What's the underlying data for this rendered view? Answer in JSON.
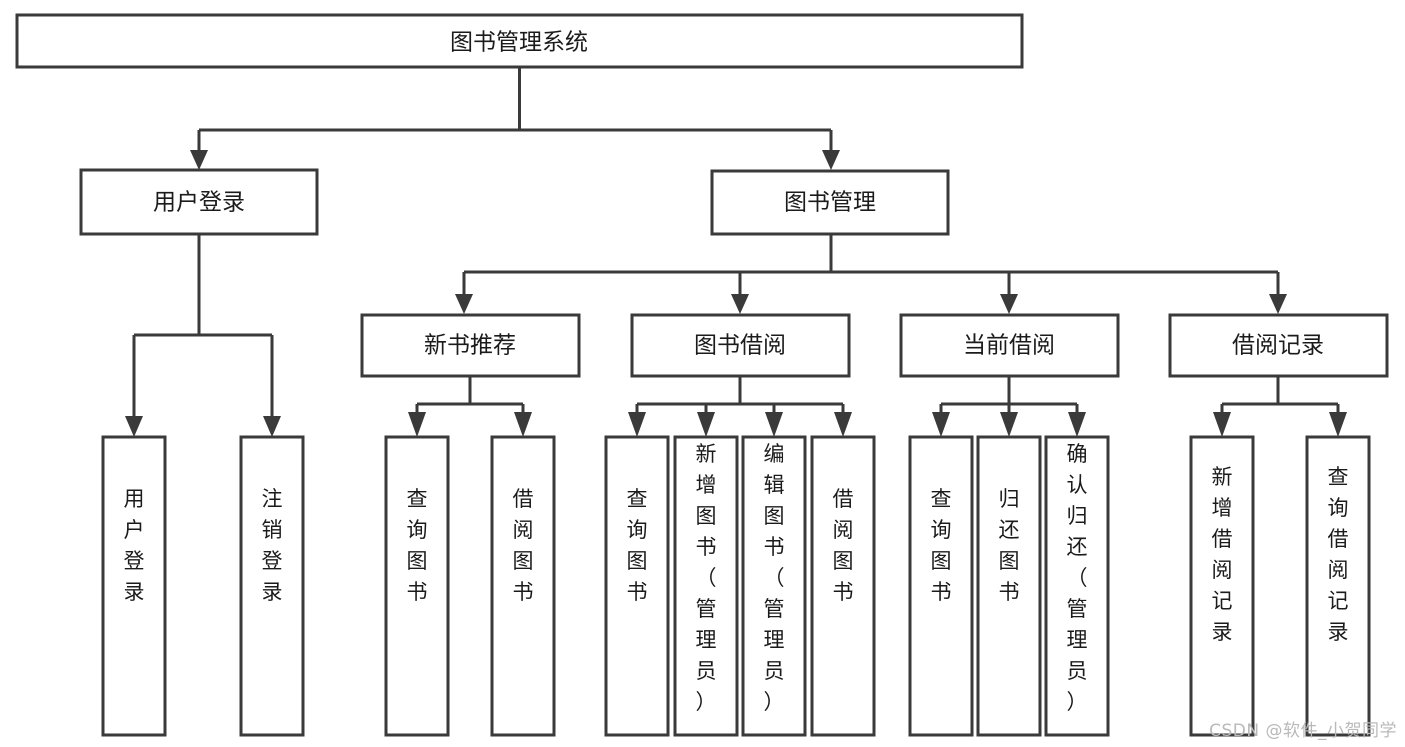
{
  "diagram": {
    "type": "tree-hierarchy-chart",
    "title": "图书管理系统",
    "watermark": "CSDN @软件_小贺同学",
    "colors": {
      "stroke": "#3a3a3a",
      "fill": "#ffffff",
      "text": "#1b1b1b",
      "background": "#ffffff",
      "watermark": "#b9b9b9"
    },
    "root": {
      "label": "图书管理系统"
    },
    "level2": [
      {
        "label": "用户登录"
      },
      {
        "label": "图书管理"
      }
    ],
    "level3": [
      {
        "label": "新书推荐"
      },
      {
        "label": "图书借阅"
      },
      {
        "label": "当前借阅"
      },
      {
        "label": "借阅记录"
      }
    ],
    "leaves": {
      "user_login": [
        {
          "label": "用户登录"
        },
        {
          "label": "注销登录"
        }
      ],
      "new_book": [
        {
          "label": "查询图书"
        },
        {
          "label": "借阅图书"
        }
      ],
      "book_borrow": [
        {
          "label": "查询图书"
        },
        {
          "label": "新增图书（管理员）"
        },
        {
          "label": "编辑图书（管理员）"
        },
        {
          "label": "借阅图书"
        }
      ],
      "current_borrow": [
        {
          "label": "查询图书"
        },
        {
          "label": "归还图书"
        },
        {
          "label": "确认归还（管理员）"
        }
      ],
      "borrow_record": [
        {
          "label": "新增借阅记录"
        },
        {
          "label": "查询借阅记录"
        }
      ]
    }
  }
}
